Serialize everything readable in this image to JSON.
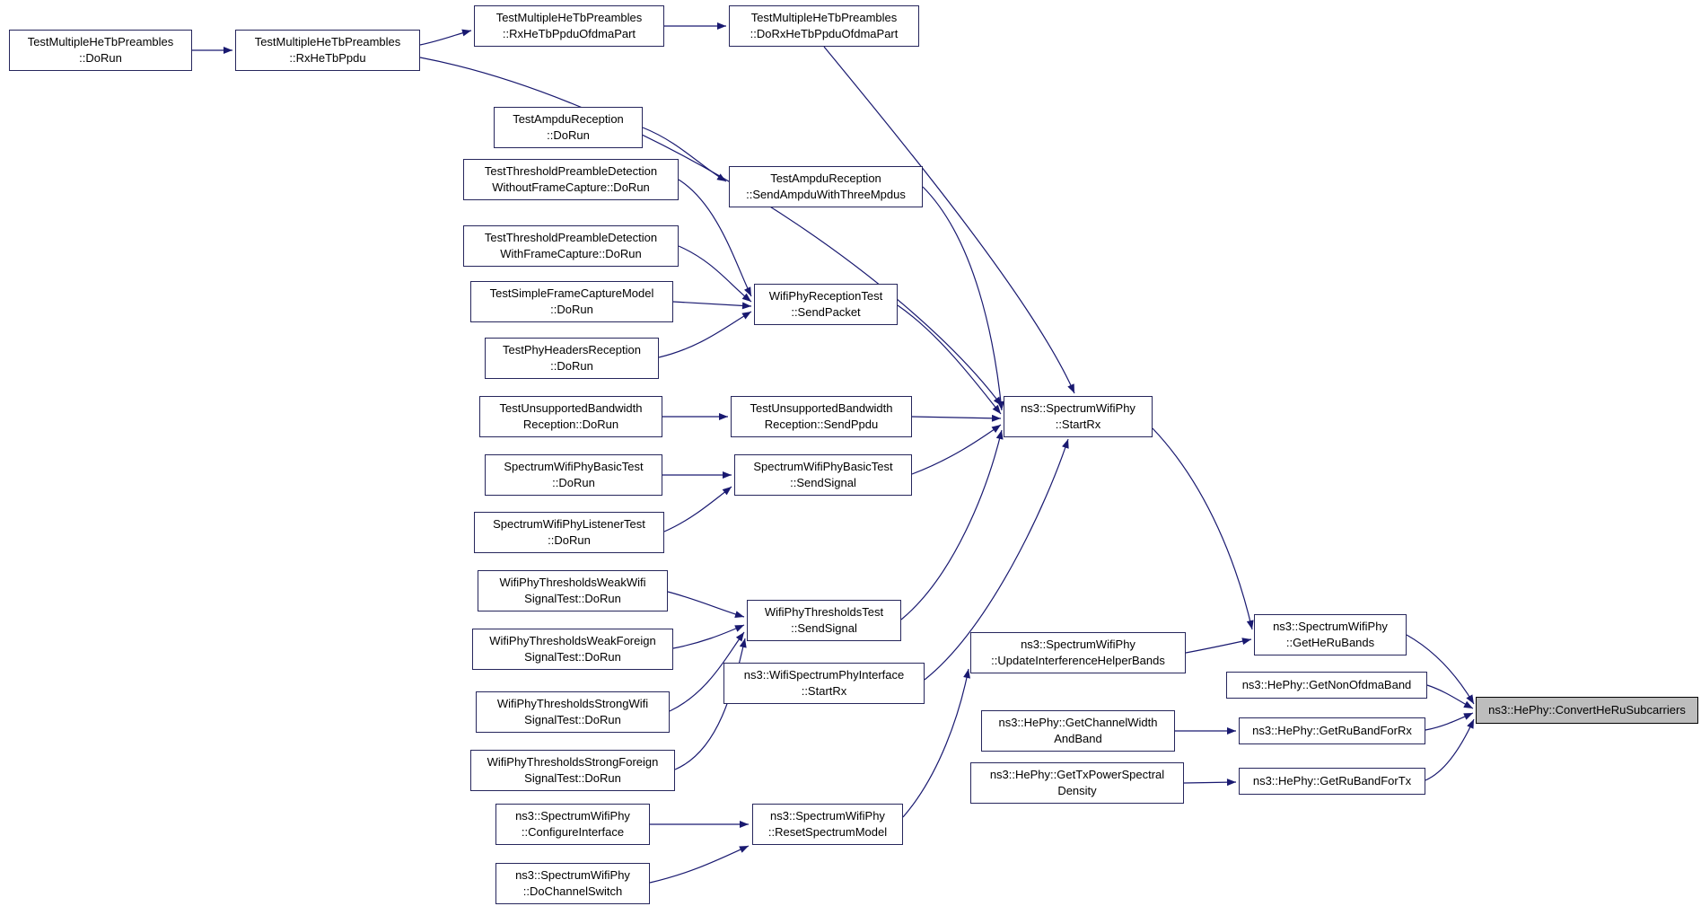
{
  "diagram": {
    "type": "doxygen-caller-graph",
    "target_function": "ns3::HePhy::ConvertHeRuSubcarriers",
    "colors": {
      "edge": "#191970",
      "node_border": "#26265c",
      "node_background": "#ffffff",
      "highlight_background": "#bdbdbd",
      "text": "#000000"
    }
  },
  "nodes": [
    {
      "id": "test-multiple-he-tb-preambles-do-run",
      "label": "TestMultipleHeTbPreambles\n::DoRun"
    },
    {
      "id": "test-multiple-he-tb-preambles-rx-he-tb-ppdu",
      "label": "TestMultipleHeTbPreambles\n::RxHeTbPpdu"
    },
    {
      "id": "test-multiple-he-tb-preambles-rx-he-tb-ppdu-ofdma-part",
      "label": "TestMultipleHeTbPreambles\n::RxHeTbPpduOfdmaPart"
    },
    {
      "id": "test-multiple-he-tb-preambles-do-rx-he-tb-ppdu-ofdma-part",
      "label": "TestMultipleHeTbPreambles\n::DoRxHeTbPpduOfdmaPart"
    },
    {
      "id": "test-ampdu-reception-do-run",
      "label": "TestAmpduReception\n::DoRun"
    },
    {
      "id": "test-ampdu-reception-send-ampdu-with-three-mpdus",
      "label": "TestAmpduReception\n::SendAmpduWithThreeMpdus"
    },
    {
      "id": "test-threshold-preamble-detection-without-frame-capture-do-run",
      "label": "TestThresholdPreambleDetection\nWithoutFrameCapture::DoRun"
    },
    {
      "id": "test-threshold-preamble-detection-with-frame-capture-do-run",
      "label": "TestThresholdPreambleDetection\nWithFrameCapture::DoRun"
    },
    {
      "id": "test-simple-frame-capture-model-do-run",
      "label": "TestSimpleFrameCaptureModel\n::DoRun"
    },
    {
      "id": "wifi-phy-reception-test-send-packet",
      "label": "WifiPhyReceptionTest\n::SendPacket"
    },
    {
      "id": "test-phy-headers-reception-do-run",
      "label": "TestPhyHeadersReception\n::DoRun"
    },
    {
      "id": "test-unsupported-bandwidth-reception-do-run",
      "label": "TestUnsupportedBandwidth\nReception::DoRun"
    },
    {
      "id": "test-unsupported-bandwidth-reception-send-ppdu",
      "label": "TestUnsupportedBandwidth\nReception::SendPpdu"
    },
    {
      "id": "spectrum-wifi-phy-basic-test-do-run",
      "label": "SpectrumWifiPhyBasicTest\n::DoRun"
    },
    {
      "id": "spectrum-wifi-phy-basic-test-send-signal",
      "label": "SpectrumWifiPhyBasicTest\n::SendSignal"
    },
    {
      "id": "spectrum-wifi-phy-listener-test-do-run",
      "label": "SpectrumWifiPhyListenerTest\n::DoRun"
    },
    {
      "id": "wifi-phy-thresholds-weak-wifi-signal-test-do-run",
      "label": "WifiPhyThresholdsWeakWifi\nSignalTest::DoRun"
    },
    {
      "id": "wifi-phy-thresholds-test-send-signal",
      "label": "WifiPhyThresholdsTest\n::SendSignal"
    },
    {
      "id": "wifi-phy-thresholds-weak-foreign-signal-test-do-run",
      "label": "WifiPhyThresholdsWeakForeign\nSignalTest::DoRun"
    },
    {
      "id": "wifi-phy-thresholds-strong-wifi-signal-test-do-run",
      "label": "WifiPhyThresholdsStrongWifi\nSignalTest::DoRun"
    },
    {
      "id": "wifi-spectrum-phy-interface-start-rx",
      "label": "ns3::WifiSpectrumPhyInterface\n::StartRx"
    },
    {
      "id": "wifi-phy-thresholds-strong-foreign-signal-test-do-run",
      "label": "WifiPhyThresholdsStrongForeign\nSignalTest::DoRun"
    },
    {
      "id": "spectrum-wifi-phy-start-rx",
      "label": "ns3::SpectrumWifiPhy\n::StartRx"
    },
    {
      "id": "spectrum-wifi-phy-update-interference-helper-bands",
      "label": "ns3::SpectrumWifiPhy\n::UpdateInterferenceHelperBands"
    },
    {
      "id": "spectrum-wifi-phy-get-he-ru-bands",
      "label": "ns3::SpectrumWifiPhy\n::GetHeRuBands"
    },
    {
      "id": "he-phy-get-non-ofdma-band",
      "label": "ns3::HePhy::GetNonOfdmaBand"
    },
    {
      "id": "he-phy-get-channel-width-and-band",
      "label": "ns3::HePhy::GetChannelWidth\nAndBand"
    },
    {
      "id": "he-phy-get-ru-band-for-rx",
      "label": "ns3::HePhy::GetRuBandForRx"
    },
    {
      "id": "he-phy-get-tx-power-spectral-density",
      "label": "ns3::HePhy::GetTxPowerSpectral\nDensity"
    },
    {
      "id": "he-phy-get-ru-band-for-tx",
      "label": "ns3::HePhy::GetRuBandForTx"
    },
    {
      "id": "he-phy-convert-he-ru-subcarriers",
      "label": "ns3::HePhy::ConvertHeRuSubcarriers",
      "highlighted": true
    },
    {
      "id": "spectrum-wifi-phy-configure-interface",
      "label": "ns3::SpectrumWifiPhy\n::ConfigureInterface"
    },
    {
      "id": "spectrum-wifi-phy-reset-spectrum-model",
      "label": "ns3::SpectrumWifiPhy\n::ResetSpectrumModel"
    },
    {
      "id": "spectrum-wifi-phy-do-channel-switch",
      "label": "ns3::SpectrumWifiPhy\n::DoChannelSwitch"
    }
  ],
  "edges": [
    {
      "from": "test-multiple-he-tb-preambles-do-run",
      "to": "test-multiple-he-tb-preambles-rx-he-tb-ppdu"
    },
    {
      "from": "test-multiple-he-tb-preambles-rx-he-tb-ppdu",
      "to": "test-multiple-he-tb-preambles-rx-he-tb-ppdu-ofdma-part"
    },
    {
      "from": "test-multiple-he-tb-preambles-rx-he-tb-ppdu-ofdma-part",
      "to": "test-multiple-he-tb-preambles-do-rx-he-tb-ppdu-ofdma-part"
    },
    {
      "from": "test-multiple-he-tb-preambles-rx-he-tb-ppdu",
      "to": "spectrum-wifi-phy-start-rx"
    },
    {
      "from": "test-multiple-he-tb-preambles-do-rx-he-tb-ppdu-ofdma-part",
      "to": "spectrum-wifi-phy-start-rx"
    },
    {
      "from": "test-ampdu-reception-do-run",
      "to": "test-ampdu-reception-send-ampdu-with-three-mpdus"
    },
    {
      "from": "test-ampdu-reception-send-ampdu-with-three-mpdus",
      "to": "spectrum-wifi-phy-start-rx"
    },
    {
      "from": "test-threshold-preamble-detection-without-frame-capture-do-run",
      "to": "wifi-phy-reception-test-send-packet"
    },
    {
      "from": "test-threshold-preamble-detection-with-frame-capture-do-run",
      "to": "wifi-phy-reception-test-send-packet"
    },
    {
      "from": "test-simple-frame-capture-model-do-run",
      "to": "wifi-phy-reception-test-send-packet"
    },
    {
      "from": "test-phy-headers-reception-do-run",
      "to": "wifi-phy-reception-test-send-packet"
    },
    {
      "from": "wifi-phy-reception-test-send-packet",
      "to": "spectrum-wifi-phy-start-rx"
    },
    {
      "from": "test-unsupported-bandwidth-reception-do-run",
      "to": "test-unsupported-bandwidth-reception-send-ppdu"
    },
    {
      "from": "test-unsupported-bandwidth-reception-send-ppdu",
      "to": "spectrum-wifi-phy-start-rx"
    },
    {
      "from": "spectrum-wifi-phy-basic-test-do-run",
      "to": "spectrum-wifi-phy-basic-test-send-signal"
    },
    {
      "from": "spectrum-wifi-phy-listener-test-do-run",
      "to": "spectrum-wifi-phy-basic-test-send-signal"
    },
    {
      "from": "spectrum-wifi-phy-basic-test-send-signal",
      "to": "spectrum-wifi-phy-start-rx"
    },
    {
      "from": "wifi-phy-thresholds-weak-wifi-signal-test-do-run",
      "to": "wifi-phy-thresholds-test-send-signal"
    },
    {
      "from": "wifi-phy-thresholds-weak-foreign-signal-test-do-run",
      "to": "wifi-phy-thresholds-test-send-signal"
    },
    {
      "from": "wifi-phy-thresholds-strong-wifi-signal-test-do-run",
      "to": "wifi-phy-thresholds-test-send-signal"
    },
    {
      "from": "wifi-phy-thresholds-strong-foreign-signal-test-do-run",
      "to": "wifi-phy-thresholds-test-send-signal"
    },
    {
      "from": "wifi-phy-thresholds-test-send-signal",
      "to": "spectrum-wifi-phy-start-rx"
    },
    {
      "from": "wifi-spectrum-phy-interface-start-rx",
      "to": "spectrum-wifi-phy-start-rx"
    },
    {
      "from": "spectrum-wifi-phy-start-rx",
      "to": "spectrum-wifi-phy-get-he-ru-bands"
    },
    {
      "from": "spectrum-wifi-phy-update-interference-helper-bands",
      "to": "spectrum-wifi-phy-get-he-ru-bands"
    },
    {
      "from": "spectrum-wifi-phy-get-he-ru-bands",
      "to": "he-phy-convert-he-ru-subcarriers"
    },
    {
      "from": "he-phy-get-non-ofdma-band",
      "to": "he-phy-convert-he-ru-subcarriers"
    },
    {
      "from": "he-phy-get-channel-width-and-band",
      "to": "he-phy-get-ru-band-for-rx"
    },
    {
      "from": "he-phy-get-ru-band-for-rx",
      "to": "he-phy-convert-he-ru-subcarriers"
    },
    {
      "from": "he-phy-get-tx-power-spectral-density",
      "to": "he-phy-get-ru-band-for-tx"
    },
    {
      "from": "he-phy-get-ru-band-for-tx",
      "to": "he-phy-convert-he-ru-subcarriers"
    },
    {
      "from": "spectrum-wifi-phy-configure-interface",
      "to": "spectrum-wifi-phy-reset-spectrum-model"
    },
    {
      "from": "spectrum-wifi-phy-do-channel-switch",
      "to": "spectrum-wifi-phy-reset-spectrum-model"
    },
    {
      "from": "spectrum-wifi-phy-reset-spectrum-model",
      "to": "spectrum-wifi-phy-update-interference-helper-bands"
    }
  ]
}
